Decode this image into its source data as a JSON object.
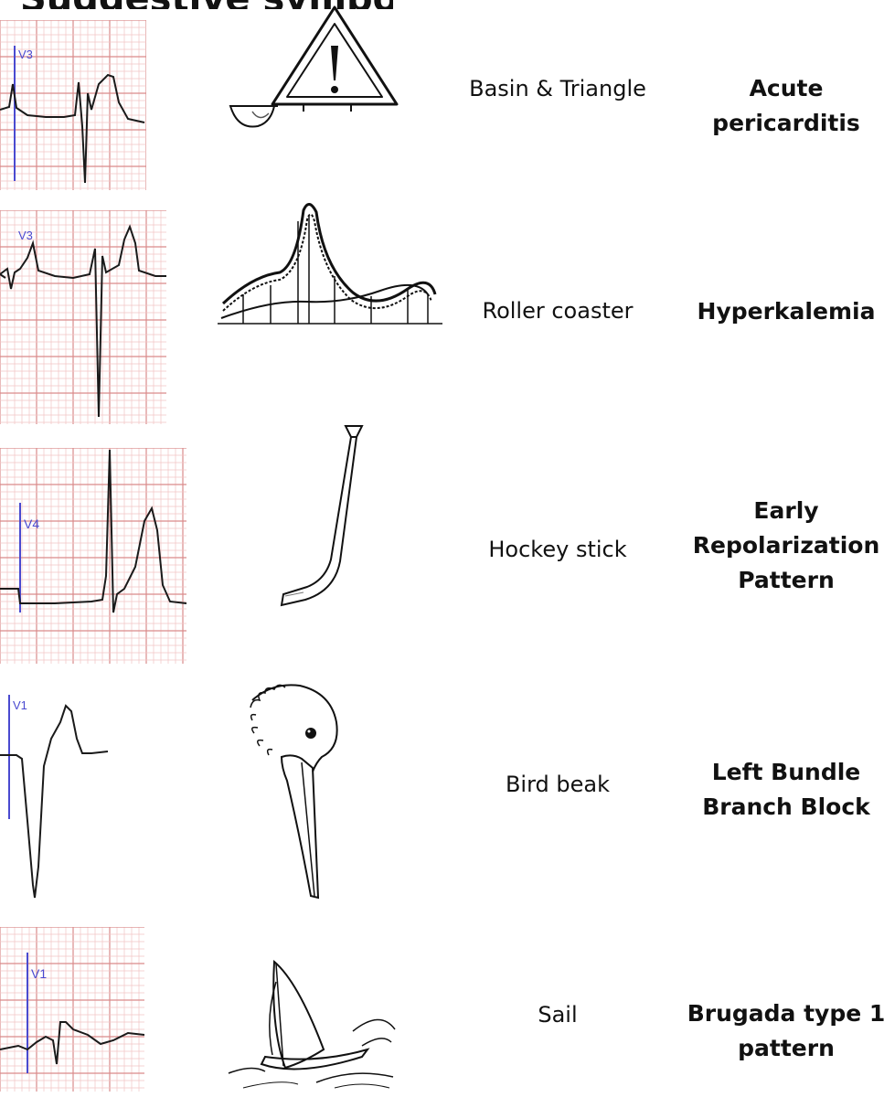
{
  "title": "Suggestive symbols",
  "rows": [
    {
      "lead": "V3",
      "pattern": "Basin & Triangle",
      "diagnosis": [
        "Acute",
        "pericarditis"
      ]
    },
    {
      "lead": "V3",
      "pattern": "Roller coaster",
      "diagnosis": [
        "Hyperkalemia"
      ]
    },
    {
      "lead": "V4",
      "pattern": "Hockey stick",
      "diagnosis": [
        "Early",
        "Repolarization",
        "Pattern"
      ]
    },
    {
      "lead": "V1",
      "pattern": "Bird beak",
      "diagnosis": [
        "Left Bundle",
        "Branch Block"
      ]
    },
    {
      "lead": "V1",
      "pattern": "Sail",
      "diagnosis": [
        "Brugada type 1",
        "pattern"
      ]
    }
  ],
  "icons": [
    "basin-triangle-icon",
    "roller-coaster-icon",
    "hockey-stick-icon",
    "bird-beak-icon",
    "sail-icon"
  ],
  "colors": {
    "grid_minor": "#f2c4c4",
    "grid_major": "#d98b8b",
    "lead_marker": "#4a4ad0",
    "trace": "#1a1a1a"
  }
}
